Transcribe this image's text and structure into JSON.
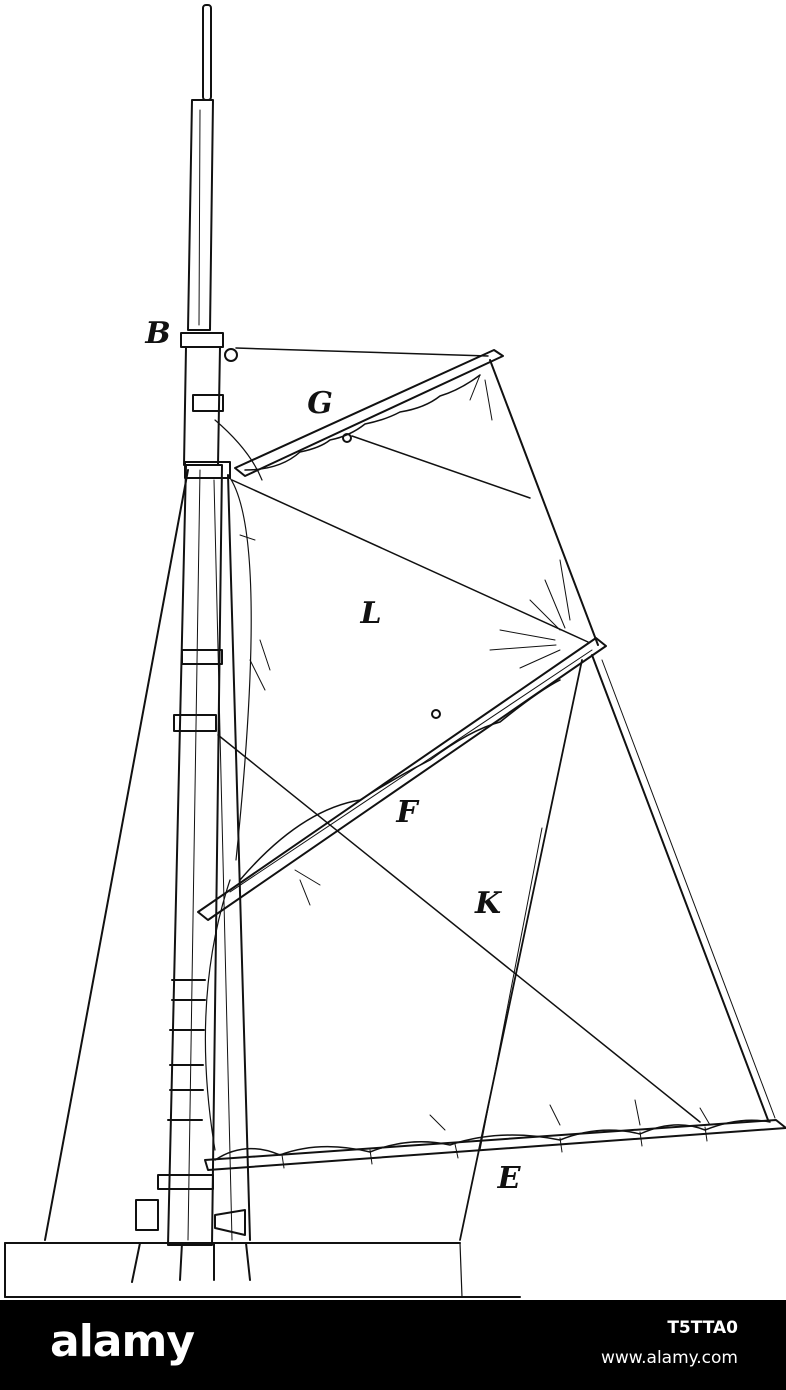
{
  "diagram": {
    "labels": {
      "b": "B",
      "g": "G",
      "l": "L",
      "f": "F",
      "k": "K",
      "e": "E"
    }
  },
  "watermark": {
    "logo": "alamy",
    "image_id": "T5TTA0",
    "url": "www.alamy.com"
  },
  "colors": {
    "ink": "#111111",
    "background": "#ffffff",
    "bar": "#000000",
    "bar_text": "#ffffff"
  }
}
